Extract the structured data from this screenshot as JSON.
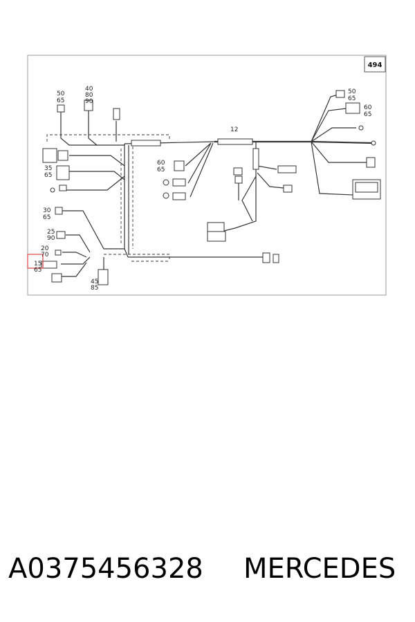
{
  "page_number": "494",
  "labels": {
    "l50_65_top": [
      "50",
      "65"
    ],
    "l40_80_90": [
      "40",
      "80",
      "90"
    ],
    "l12": "12",
    "l50_65_right": [
      "50",
      "65"
    ],
    "l60_65_right": [
      "60",
      "65"
    ],
    "l35_65": [
      "35",
      "65"
    ],
    "l60_65_mid": [
      "60",
      "65"
    ],
    "l30_65": [
      "30",
      "65"
    ],
    "l25_90": [
      "25",
      "90"
    ],
    "l20_70": [
      "20",
      "70"
    ],
    "l15_65": [
      "15",
      "65"
    ],
    "l45_85": [
      "45",
      "85"
    ]
  },
  "highlight_color": "#e05a5a",
  "line_color": "#333333",
  "caption": {
    "part_number": "A0375456328",
    "brand": "MERCEDES"
  }
}
